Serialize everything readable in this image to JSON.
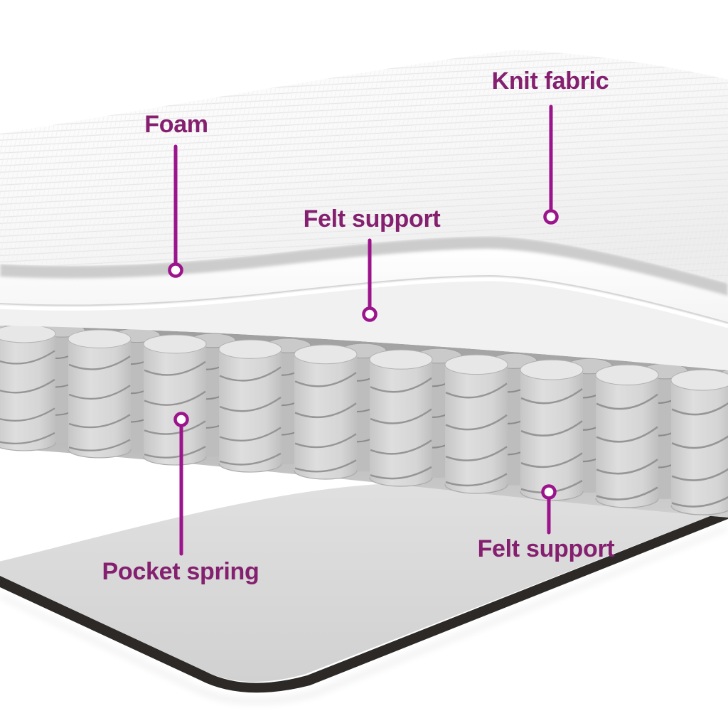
{
  "diagram": {
    "labels": {
      "knit_fabric": "Knit fabric",
      "foam": "Foam",
      "felt_support_top": "Felt support",
      "pocket_spring": "Pocket spring",
      "felt_support_bottom": "Felt support"
    },
    "layer_names": [
      "Knit fabric",
      "Foam",
      "Felt support",
      "Pocket spring",
      "Felt support"
    ],
    "colors": {
      "label_text": "#84206f",
      "pointer": "#9b148b",
      "background": "#ffffff",
      "base_edge": "#2c2927"
    }
  }
}
